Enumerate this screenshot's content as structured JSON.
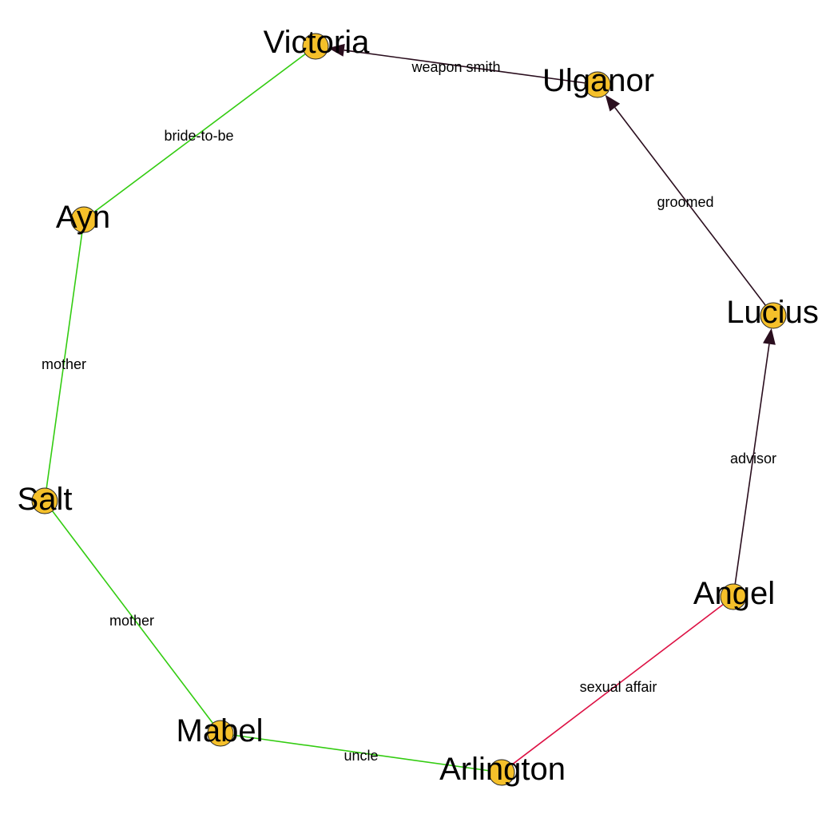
{
  "colors": {
    "node_fill": "#F5C02A",
    "node_stroke": "#222222",
    "green_edge": "#33CC11",
    "red_edge": "#DD1144",
    "dark_edge": "#2A0E1E"
  },
  "nodes": [
    {
      "id": "victoria",
      "label": "Victoria"
    },
    {
      "id": "ulganor",
      "label": "Ulganor"
    },
    {
      "id": "lucius",
      "label": "Lucius"
    },
    {
      "id": "angel",
      "label": "Angel"
    },
    {
      "id": "arlington",
      "label": "Arlington"
    },
    {
      "id": "mabel",
      "label": "Mabel"
    },
    {
      "id": "salt",
      "label": "Salt"
    },
    {
      "id": "ayn",
      "label": "Ayn"
    }
  ],
  "edges": [
    {
      "id": "ayn-victoria",
      "from": "ayn",
      "to": "victoria",
      "label": "bride-to-be",
      "color": "green",
      "directed": false
    },
    {
      "id": "salt-ayn",
      "from": "salt",
      "to": "ayn",
      "label": "mother",
      "color": "green",
      "directed": false
    },
    {
      "id": "mabel-salt",
      "from": "mabel",
      "to": "salt",
      "label": "mother",
      "color": "green",
      "directed": false
    },
    {
      "id": "mabel-arlington",
      "from": "mabel",
      "to": "arlington",
      "label": "uncle",
      "color": "green",
      "directed": false
    },
    {
      "id": "arlington-angel",
      "from": "arlington",
      "to": "angel",
      "label": "sexual affair",
      "color": "red",
      "directed": false
    },
    {
      "id": "angel-lucius",
      "from": "angel",
      "to": "lucius",
      "label": "advisor",
      "color": "dark",
      "directed": true
    },
    {
      "id": "lucius-ulganor",
      "from": "lucius",
      "to": "ulganor",
      "label": "groomed",
      "color": "dark",
      "directed": true
    },
    {
      "id": "ulganor-victoria",
      "from": "ulganor",
      "to": "victoria",
      "label": "weapon smith",
      "color": "dark",
      "directed": true
    }
  ]
}
